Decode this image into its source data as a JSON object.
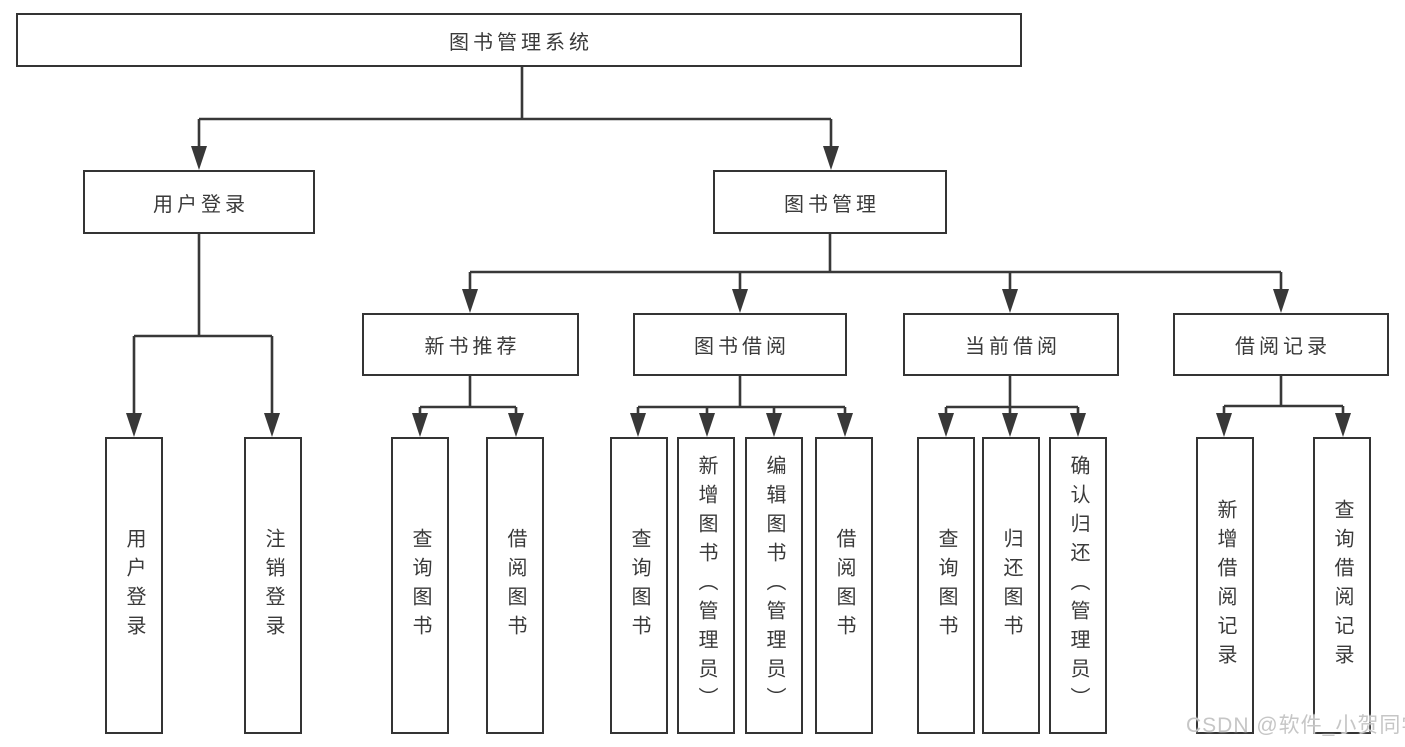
{
  "diagram": {
    "type": "tree",
    "title": "图书管理系统",
    "hierarchy": {
      "图书管理系统": {
        "用户登录": [
          "用户登录",
          "注销登录"
        ],
        "图书管理": {
          "新书推荐": [
            "查询图书",
            "借阅图书"
          ],
          "图书借阅": [
            "查询图书",
            "新增图书（管理员）",
            "编辑图书（管理员）",
            "借阅图书"
          ],
          "当前借阅": [
            "查询图书",
            "归还图书",
            "确认归还（管理员）"
          ],
          "借阅记录": [
            "新增借阅记录",
            "查询借阅记录"
          ]
        }
      }
    },
    "colors": {
      "line": "#383838",
      "box_border": "#343434",
      "text": "#3a3a3a",
      "background": "#ffffff",
      "watermark": "#c6c6c6"
    }
  },
  "nodes": {
    "root": {
      "label": "图书管理系统"
    },
    "l2": [
      {
        "label": "用户登录"
      },
      {
        "label": "图书管理"
      }
    ],
    "l3": [
      {
        "label": "新书推荐"
      },
      {
        "label": "图书借阅"
      },
      {
        "label": "当前借阅"
      },
      {
        "label": "借阅记录"
      }
    ],
    "leaves": [
      {
        "label": "用户登录"
      },
      {
        "label": "注销登录"
      },
      {
        "label": "查询图书"
      },
      {
        "label": "借阅图书"
      },
      {
        "label": "查询图书"
      },
      {
        "label": "新增图书（管理员）"
      },
      {
        "label": "编辑图书（管理员）"
      },
      {
        "label": "借阅图书"
      },
      {
        "label": "查询图书"
      },
      {
        "label": "归还图书"
      },
      {
        "label": "确认归还（管理员）"
      },
      {
        "label": "新增借阅记录"
      },
      {
        "label": "查询借阅记录"
      }
    ]
  },
  "watermark": {
    "text": "CSDN @软件_小贺同学"
  }
}
